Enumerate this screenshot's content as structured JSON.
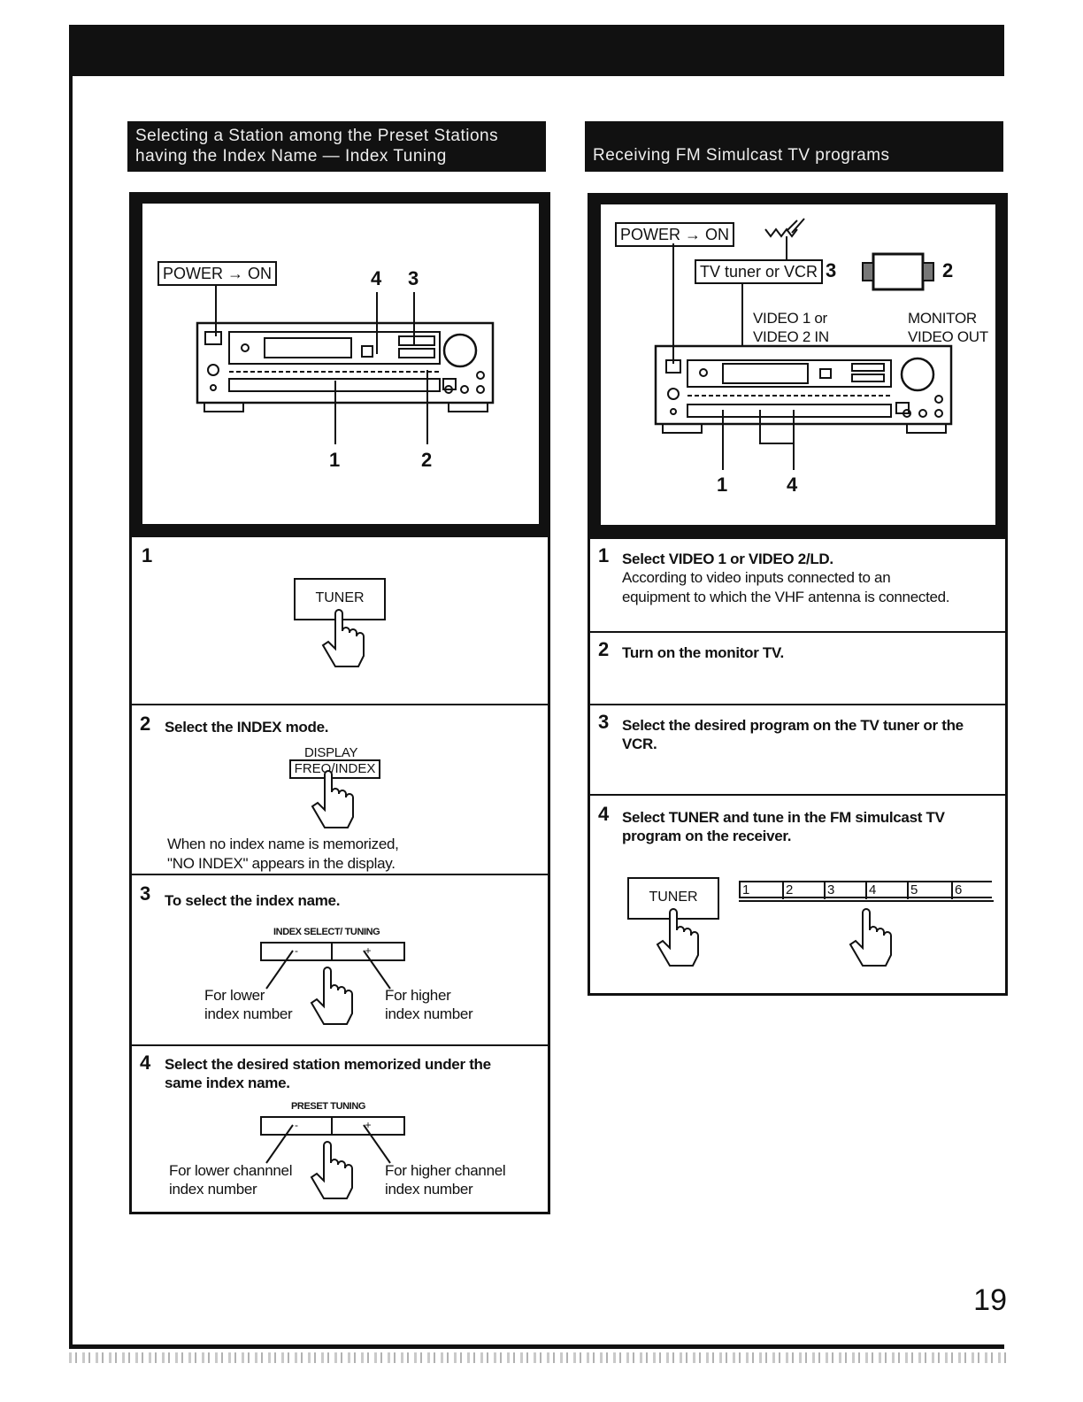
{
  "page_number": "19",
  "left_section": {
    "header_lines": [
      "Selecting a Station among the Preset Stations",
      "having the Index Name — Index Tuning"
    ],
    "illustration": {
      "power_label": "POWER → ON",
      "callouts": [
        "4",
        "3",
        "1",
        "2"
      ]
    },
    "steps": [
      {
        "num": "1",
        "button": "TUNER"
      },
      {
        "num": "2",
        "title": "Select the INDEX mode.",
        "button_top": "DISPLAY",
        "button": "FREQ/INDEX",
        "note_lines": [
          "When no index name is memorized,",
          "\"NO INDEX\" appears in the display."
        ]
      },
      {
        "num": "3",
        "title": "To select the index name.",
        "control_label": "INDEX SELECT/ TUNING",
        "minus": "-",
        "plus": "+",
        "left_lines": [
          "For lower",
          "index number"
        ],
        "right_lines": [
          "For higher",
          "index number"
        ]
      },
      {
        "num": "4",
        "title_lines": [
          "Select the desired station memorized under the",
          "same index name."
        ],
        "control_label": "PRESET TUNING",
        "minus": "-",
        "plus": "+",
        "left_lines": [
          "For lower channnel",
          "index number"
        ],
        "right_lines": [
          "For higher channel",
          "index number"
        ]
      }
    ]
  },
  "right_section": {
    "header": "Receiving FM Simulcast TV programs",
    "illustration": {
      "power_label": "POWER → ON",
      "tv_label": "TV tuner or VCR",
      "video_in_lines": [
        "VIDEO 1 or",
        "VIDEO 2 IN"
      ],
      "monitor_lines": [
        "MONITOR",
        "VIDEO OUT"
      ],
      "callouts": [
        "3",
        "2",
        "1",
        "4"
      ]
    },
    "steps": [
      {
        "num": "1",
        "title": "Select VIDEO 1 or VIDEO 2/LD.",
        "text_lines": [
          "According to video inputs connected to an",
          "equipment to which the VHF antenna is connected."
        ]
      },
      {
        "num": "2",
        "title": "Turn on the monitor TV."
      },
      {
        "num": "3",
        "title_lines": [
          "Select the desired program on the TV tuner or the",
          "VCR."
        ]
      },
      {
        "num": "4",
        "title_lines": [
          "Select TUNER and tune in the FM simulcast TV",
          "program on the receiver."
        ],
        "button": "TUNER",
        "presets": [
          "1",
          "2",
          "3",
          "4",
          "5",
          "6"
        ]
      }
    ]
  }
}
